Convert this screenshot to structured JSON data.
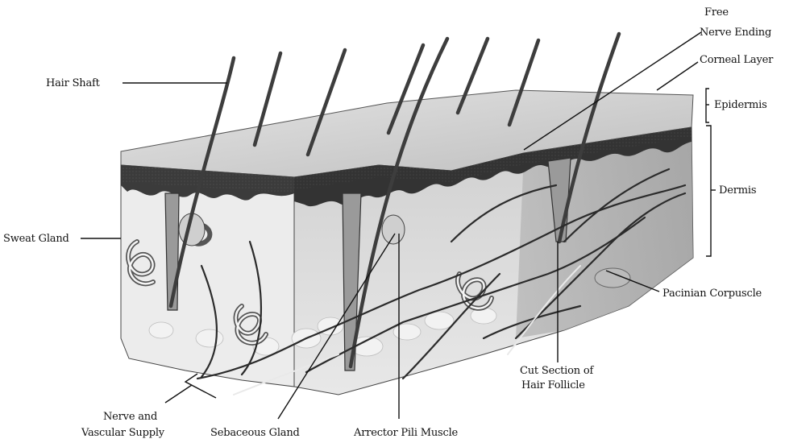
{
  "labels": {
    "hair_shaft": "Hair Shaft",
    "free_nerve_ending_line1": "Free",
    "free_nerve_ending_line2": "Nerve Ending",
    "corneal_layer": "Corneal Layer",
    "epidermis": "Epidermis",
    "dermis": "Dermis",
    "sweat_gland": "Sweat Gland",
    "pacinian_corpuscle": "Pacinian Corpuscle",
    "cut_section_line1": "Cut Section of",
    "cut_section_line2": "Hair Follicle",
    "nerve_vascular_line1": "Nerve and",
    "nerve_vascular_line2": "Vascular Supply",
    "sebaceous_gland": "Sebaceous Gland",
    "arrector_pili": "Arrector Pili Muscle"
  },
  "colors": {
    "skin_top": "#d9d9d9",
    "epidermis": "#3a3a3a",
    "dermis": "#c7c7c7",
    "dermis_side": "#a9a9a9",
    "hypodermis": "#e6e6e6",
    "hair": "#4a4a4a",
    "vessel": "#2a2a2a"
  }
}
